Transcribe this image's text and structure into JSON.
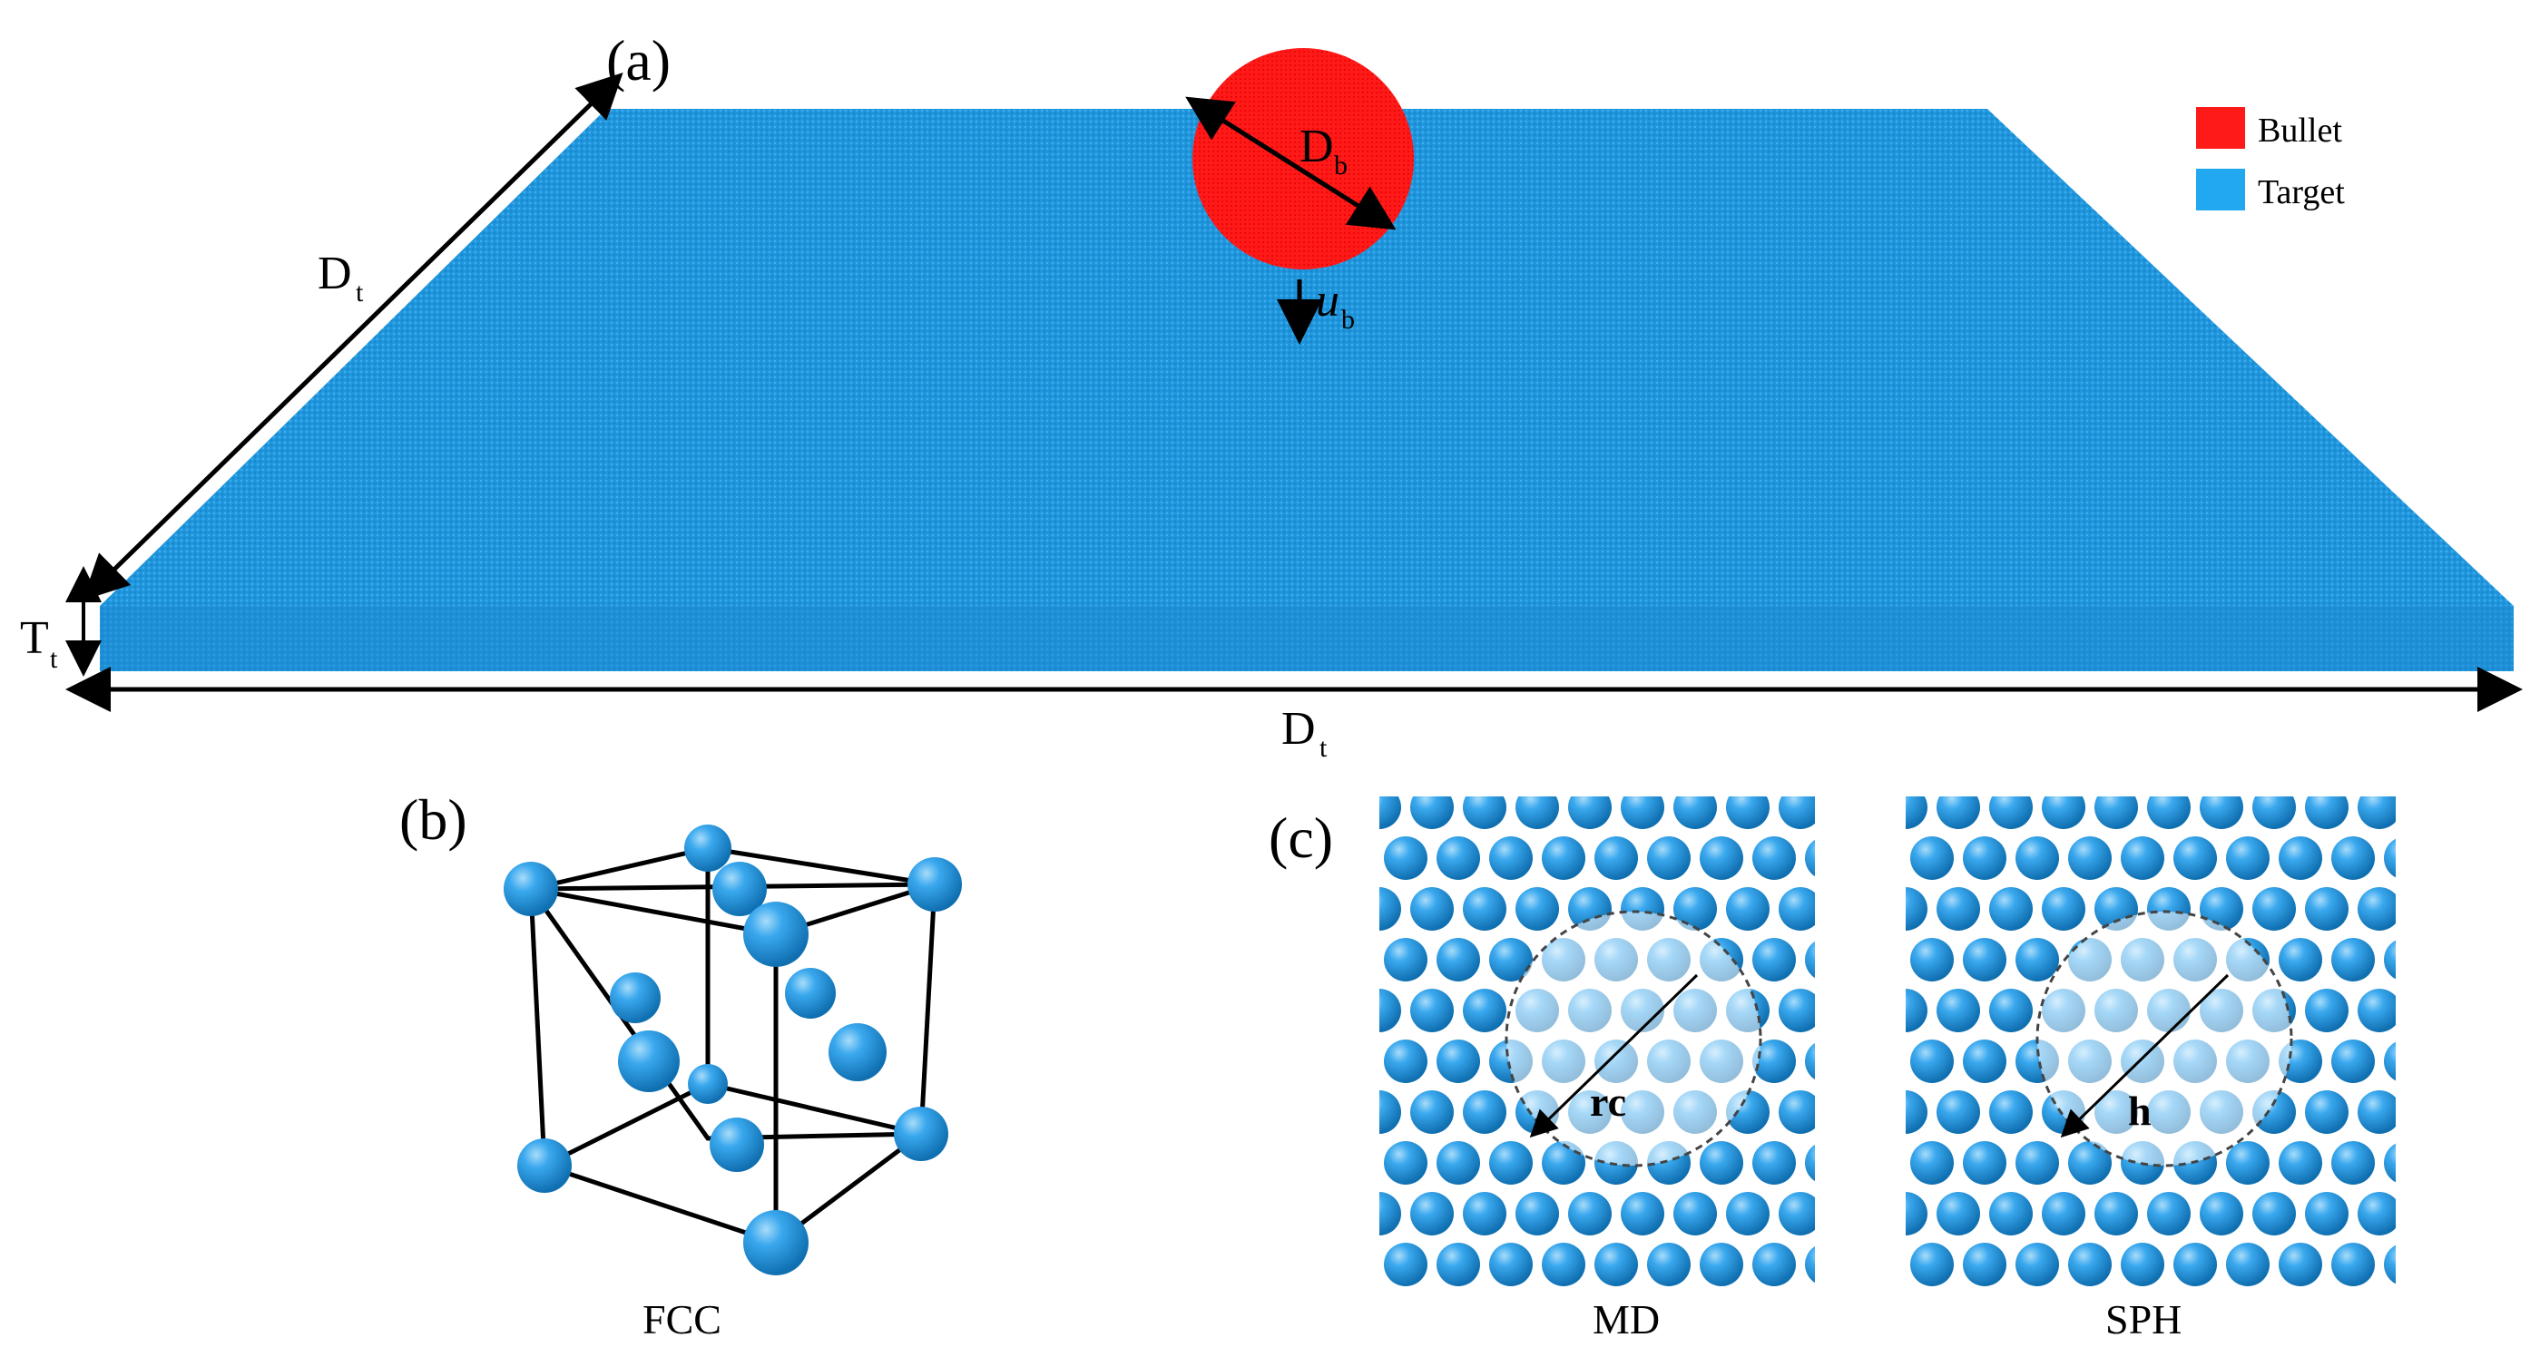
{
  "panel_a": {
    "label": "(a)",
    "dim_edge": "D",
    "dim_edge_sub": "t",
    "dim_bottom": "D",
    "dim_bottom_sub": "t",
    "thickness": "T",
    "thickness_sub": "t",
    "diameter": "D",
    "diameter_sub": "b",
    "velocity": "u",
    "velocity_sub": "b",
    "legend": [
      {
        "label": "Bullet",
        "color": "#ff1a1a"
      },
      {
        "label": "Target",
        "color": "#22a8ee"
      }
    ]
  },
  "panel_b": {
    "label": "(b)",
    "caption": "FCC"
  },
  "panel_c": {
    "label": "(c)",
    "md_caption": "MD",
    "md_radius_label": "rc",
    "sph_caption": "SPH",
    "sph_radius_label": "h"
  },
  "colors": {
    "bullet": "#ff1a1a",
    "target": "#1a8fd6",
    "atom": "#2a9be0"
  }
}
